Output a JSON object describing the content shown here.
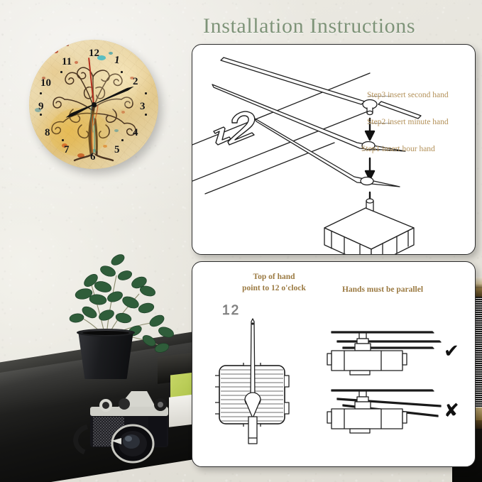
{
  "header": {
    "title": "Installation Instructions",
    "title_color": "#7e9378"
  },
  "photo": {
    "scene_description": "Wall clock hung on textured cream wall above a dark table with a potted plant and a vintage SLR camera",
    "wall_color": "#e8e6df",
    "table_color": "#121212"
  },
  "wall_clock": {
    "face_color": "#eadcb8",
    "tree_color": "#4a3420",
    "hour_hand_color": "#121212",
    "minute_hand_color": "#121212",
    "second_hand_color": "#b5301f",
    "numerals": [
      "1",
      "2",
      "3",
      "4",
      "5",
      "6",
      "7",
      "8",
      "9",
      "10",
      "11",
      "12"
    ]
  },
  "panel_top": {
    "name": "hand-installation-order-diagram",
    "face_numeral": "12",
    "steps": [
      {
        "id": "step3",
        "label": "Step3 insert second hand"
      },
      {
        "id": "step2",
        "label": "Step2 insert minute hand"
      },
      {
        "id": "step1",
        "label": "Step1 insert hour hand"
      }
    ],
    "label_color": "#b39159",
    "line_color": "#1f1f1f"
  },
  "panel_bottom": {
    "name": "hand-alignment-diagram",
    "caption_left_line1": "Top of hand",
    "caption_left_line2": "point to 12 o'clock",
    "caption_right": "Hands must be parallel",
    "face_numeral": "12",
    "correct_mark": "✔",
    "incorrect_mark": "✘",
    "caption_color": "#9b7a42"
  }
}
